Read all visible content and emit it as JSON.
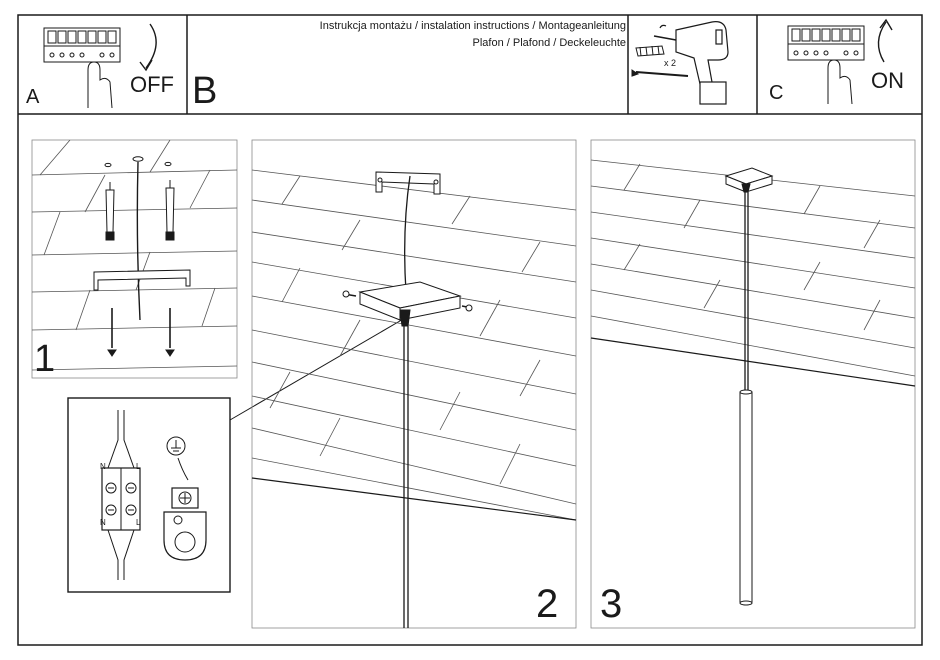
{
  "header": {
    "title_line_1": "Instrukcja montażu / instalation instructions / Montageanleitung",
    "title_line_2": "Plafon / Plafond / Deckeleuchte",
    "screw_qty": "x 2"
  },
  "steps": {
    "a_label": "A",
    "a_action": "OFF",
    "b_label": "B",
    "c_label": "C",
    "c_action": "ON",
    "step1": "1",
    "step2": "2",
    "step3": "3"
  },
  "wiring": {
    "top_left": "N",
    "top_right": "L",
    "bottom_left": "N",
    "bottom_right": "L"
  }
}
